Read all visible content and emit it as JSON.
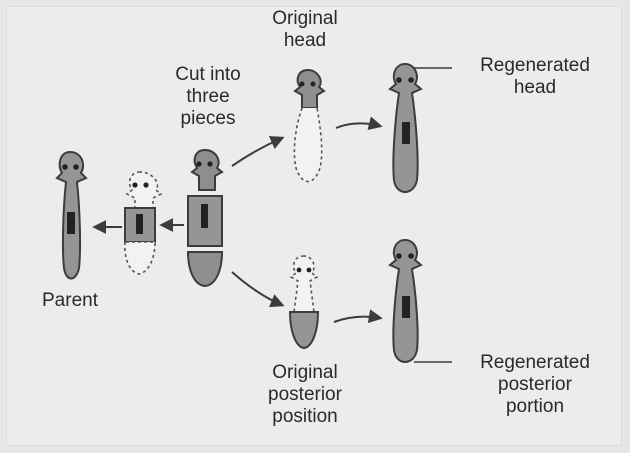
{
  "labels": {
    "original_head": [
      "Original",
      "head"
    ],
    "cut_into": [
      "Cut into",
      "three",
      "pieces"
    ],
    "regenerated_head": [
      "Regenerated",
      "head"
    ],
    "parent": "Parent",
    "original_posterior": [
      "Original",
      "posterior",
      "position"
    ],
    "regenerated_posterior": [
      "Regenerated",
      "posterior",
      "portion"
    ]
  },
  "colors": {
    "body_fill": "#959595",
    "head_fill": "#8e8e8e",
    "stroke": "#3c3c3c",
    "dashed_stroke": "#555555",
    "background": "#ececec"
  }
}
